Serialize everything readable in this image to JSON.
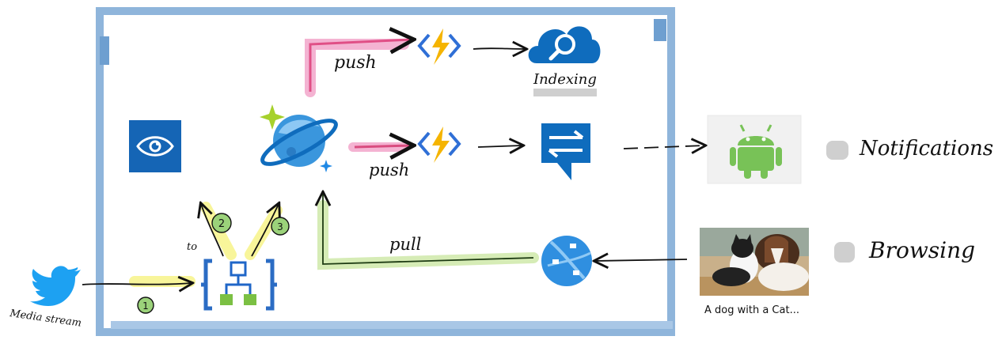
{
  "labels": {
    "source": "Media stream",
    "push_top": "push",
    "push_mid": "push",
    "pull": "pull",
    "indexing": "Indexing",
    "notifications": "Notifications",
    "browsing": "Browsing",
    "photo_caption": "A dog with a Cat...",
    "to": "to",
    "step1": "1",
    "step2": "2",
    "step3": "3"
  },
  "icons": {
    "source": "twitter-bird-icon",
    "vision": "eye-icon",
    "database": "cosmos-planet-icon",
    "workflow": "logic-app-icon",
    "function_top": "lightning-function-icon",
    "function_mid": "lightning-function-icon",
    "search": "cloud-search-icon",
    "notification_hub": "notification-hub-icon",
    "android": "android-icon",
    "app_service": "app-service-globe-icon",
    "photo": "dog-and-cat-photo"
  },
  "colors": {
    "frame": "#8fb5db",
    "azure_blue": "#0f6cbd",
    "twitter_blue": "#1da1f2",
    "function_yellow": "#f5b400",
    "function_bracket": "#2f6fd6",
    "android_green": "#78c257",
    "highlight_pink": "#f2a1c7",
    "highlight_yellow": "#f7f48a",
    "highlight_green": "#cde8a8",
    "bullet_gray": "#cfcfcf"
  }
}
